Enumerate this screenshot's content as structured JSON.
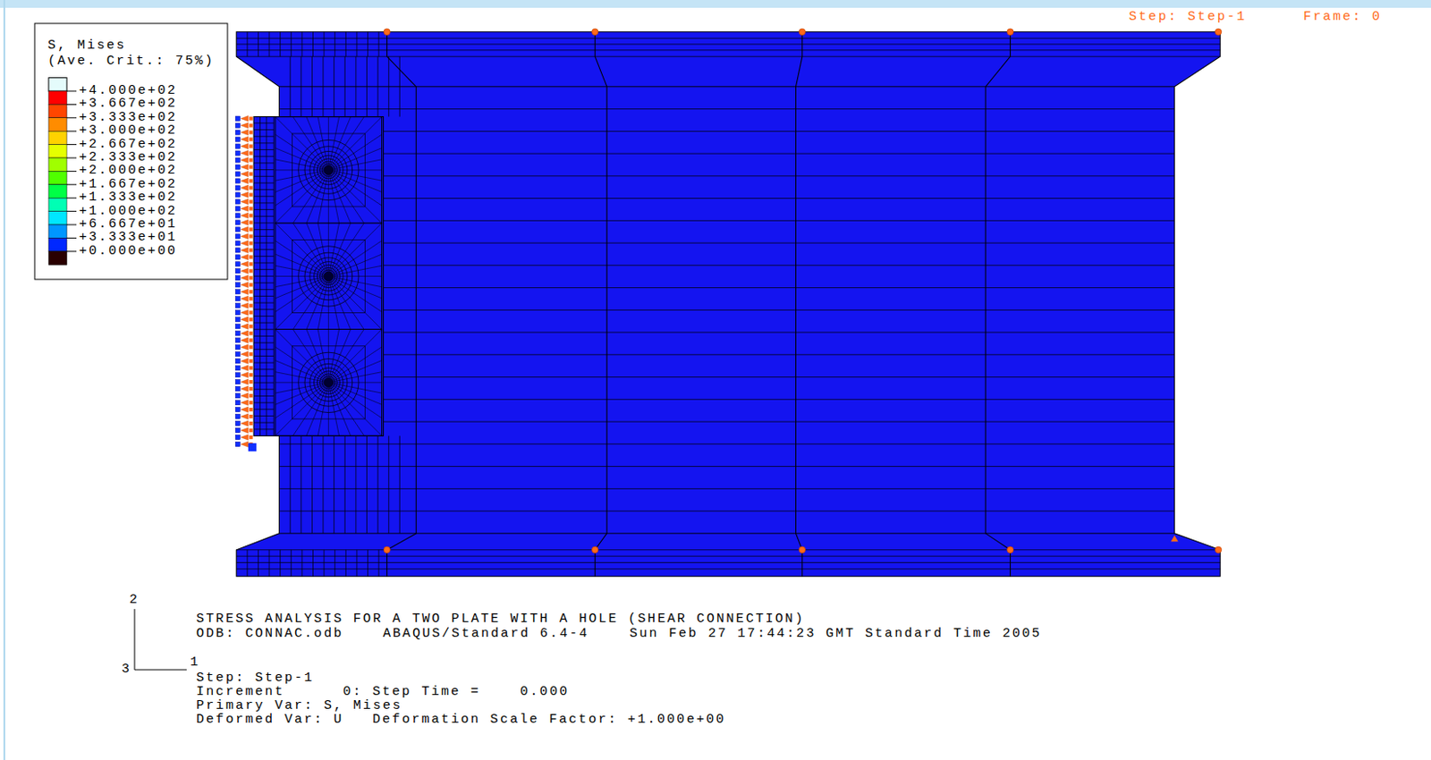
{
  "diagram": {
    "title": "STRESS ANALYSIS FOR A TWO PLATE WITH A HOLE (SHEAR CONNECTION)",
    "labels": [
      "S, Mises",
      "(Ave. Crit.: 75%)",
      "Step: Step-1",
      "Frame: 0",
      "2",
      "3",
      "1",
      "ODB: CONNAC.odb",
      "ABAQUS/Standard 6.4-4",
      "Sun Feb 27 17:44:23 GMT Standard Time 2005",
      "Step: Step-1",
      "Increment",
      "0: Step Time =",
      "0.000",
      "Primary Var: S, Mises",
      "Deformed Var: U",
      "Deformation Scale Factor: +1.000e+00"
    ],
    "legend": [
      {
        "text": "+4.000e+02",
        "color": "#ff0000"
      },
      {
        "text": "+3.667e+02",
        "color": "#ff4600"
      },
      {
        "text": "+3.333e+02",
        "color": "#ff8c00"
      },
      {
        "text": "+3.000e+02",
        "color": "#ffd200"
      },
      {
        "text": "+2.667e+02",
        "color": "#e6ff00"
      },
      {
        "text": "+2.333e+02",
        "color": "#a0ff00"
      },
      {
        "text": "+2.000e+02",
        "color": "#50ff00"
      },
      {
        "text": "+1.667e+02",
        "color": "#00ff46"
      },
      {
        "text": "+1.333e+02",
        "color": "#00ffb4"
      },
      {
        "text": "+1.000e+02",
        "color": "#00e6ff"
      },
      {
        "text": "+6.667e+01",
        "color": "#0096ff"
      },
      {
        "text": "+3.333e+01",
        "color": "#0028ff"
      },
      {
        "text": "+0.000e+00",
        "color": "#2a0000"
      }
    ]
  }
}
